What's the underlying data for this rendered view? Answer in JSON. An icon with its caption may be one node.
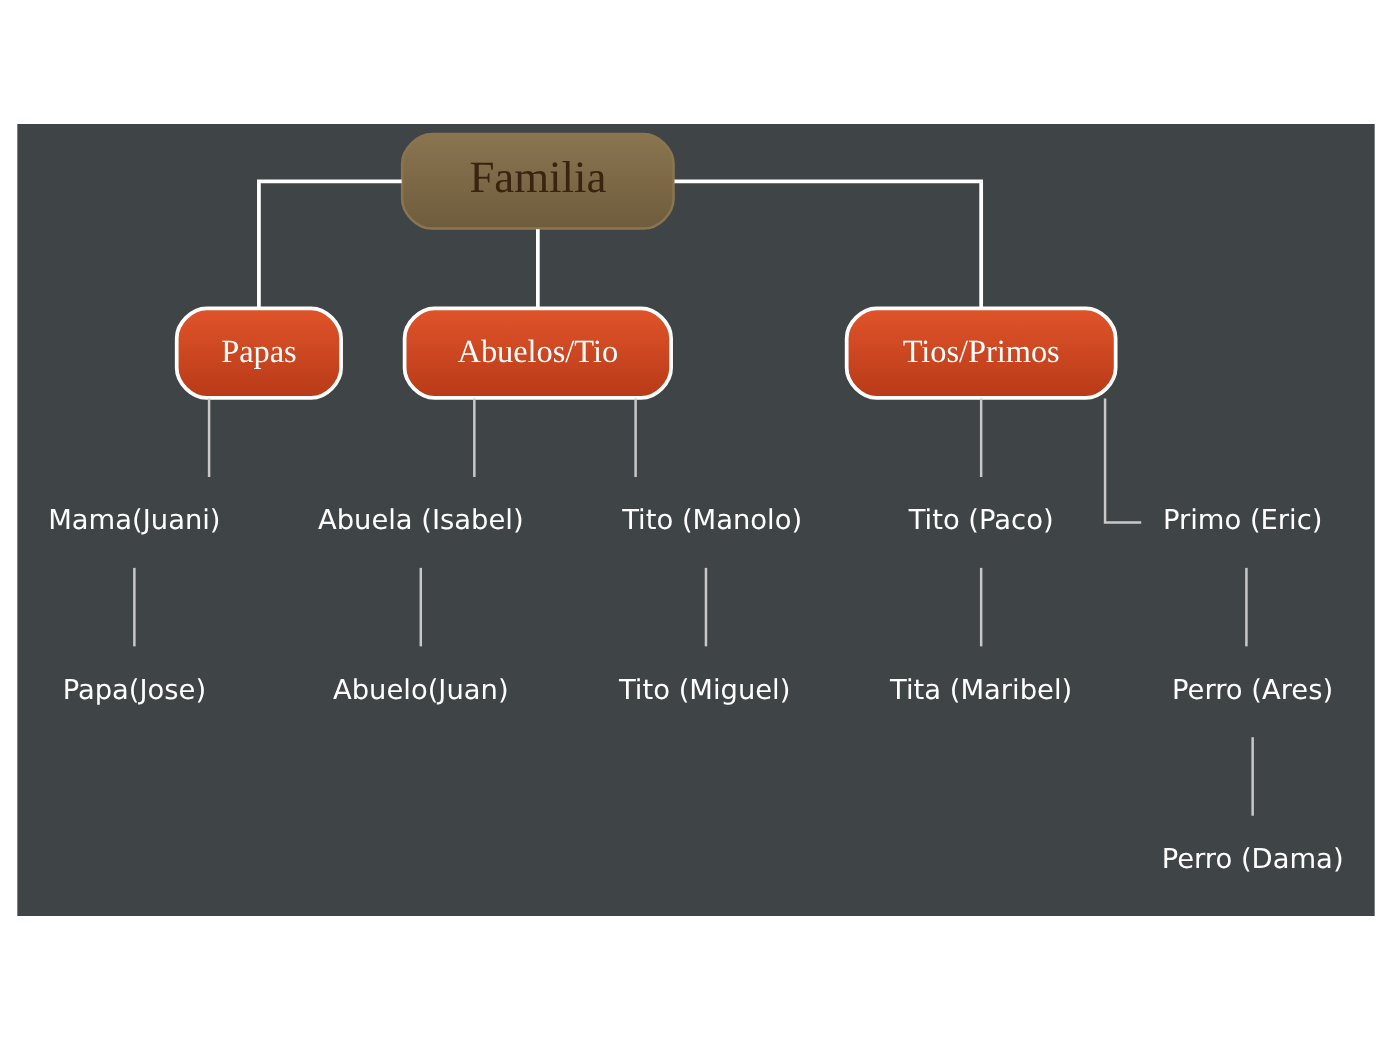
{
  "diagram": {
    "nodes": [
      {
        "text": [
          "Familia"
        ]
      },
      {
        "text": [
          "Papas"
        ]
      },
      {
        "text": [
          "Abuelos/Tio"
        ]
      },
      {
        "text": [
          "Tios/Primos"
        ]
      },
      {
        "text": [
          "Mama(Juani)"
        ]
      },
      {
        "text": [
          "Papa(Jose)"
        ]
      },
      {
        "text": [
          "Abuela (Isabel)"
        ]
      },
      {
        "text": [
          "Abuelo(Juan)"
        ]
      },
      {
        "text": [
          "Tito (Manolo)"
        ]
      },
      {
        "text": [
          "Tito (Miguel)"
        ]
      },
      {
        "text": [
          "Tito (Paco)"
        ]
      },
      {
        "text": [
          "Tita (Maribel)"
        ]
      },
      {
        "text": [
          "Primo (Eric)"
        ]
      },
      {
        "text": [
          "Perro (Ares)"
        ]
      },
      {
        "text": [
          "Perro (Dama)"
        ]
      }
    ],
    "edges": [
      {
        "from": 0,
        "to": 1,
        "arrow": "none"
      },
      {
        "from": 0,
        "to": 2,
        "arrow": "none"
      },
      {
        "from": 0,
        "to": 3,
        "arrow": "none"
      },
      {
        "from": 1,
        "to": 4,
        "arrow": "none"
      },
      {
        "from": 4,
        "to": 5,
        "arrow": "none"
      },
      {
        "from": 2,
        "to": 6,
        "arrow": "none"
      },
      {
        "from": 6,
        "to": 7,
        "arrow": "none"
      },
      {
        "from": 2,
        "to": 8,
        "arrow": "none"
      },
      {
        "from": 8,
        "to": 9,
        "arrow": "none"
      },
      {
        "from": 3,
        "to": 10,
        "arrow": "none"
      },
      {
        "from": 10,
        "to": 11,
        "arrow": "none"
      },
      {
        "from": 3,
        "to": 12,
        "arrow": "none"
      },
      {
        "from": 12,
        "to": 13,
        "arrow": "none"
      },
      {
        "from": 13,
        "to": 14,
        "arrow": "none"
      }
    ]
  }
}
